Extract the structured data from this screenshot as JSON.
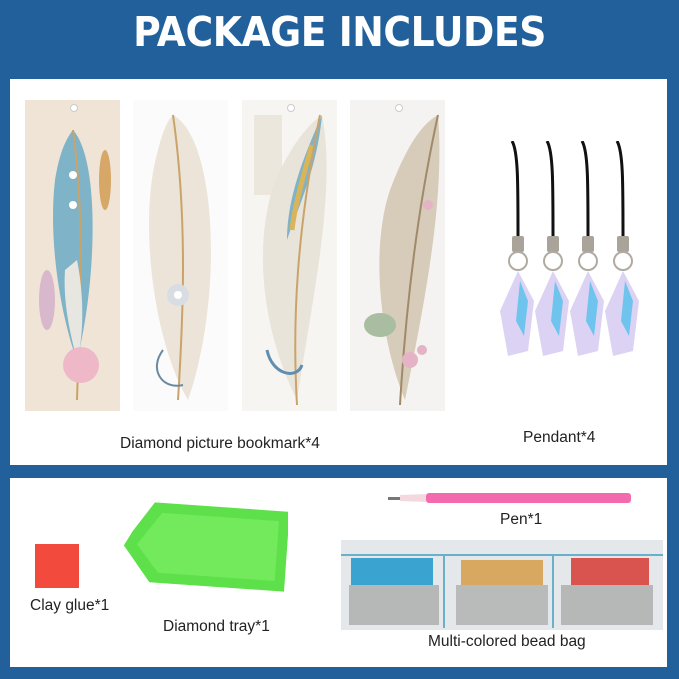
{
  "header": {
    "title": "PACKAGE INCLUDES"
  },
  "colors": {
    "background": "#21609a",
    "panel": "#ffffff",
    "glue": "#f24a3c",
    "tray": "#5ee04a",
    "pen": "#f46aae"
  },
  "top_panel": {
    "bookmarks": [
      {
        "name": "bookmark-teal-feather",
        "bg": "#efe4d6",
        "feather": "#7fb3c8"
      },
      {
        "name": "bookmark-white-feather",
        "bg": "#fbfbfb",
        "feather": "#e6ddcf"
      },
      {
        "name": "bookmark-blue-gold-feather",
        "bg": "#f7f5f1",
        "feather": "#a9c9d6"
      },
      {
        "name": "bookmark-pink-floral-feather",
        "bg": "#f4f3f1",
        "feather": "#cdbca5"
      }
    ],
    "bookmark_caption": "Diamond picture bookmark*4",
    "pendant_count": 4,
    "pendant_caption": "Pendant*4"
  },
  "bottom_panel": {
    "clay_glue_caption": "Clay glue*1",
    "tray_caption": "Diamond tray*1",
    "pen_caption": "Pen*1",
    "bead_bag_caption": "Multi-colored bead bag",
    "bead_colors": [
      "#3aa3cf",
      "#d9a860",
      "#d9534f"
    ]
  }
}
